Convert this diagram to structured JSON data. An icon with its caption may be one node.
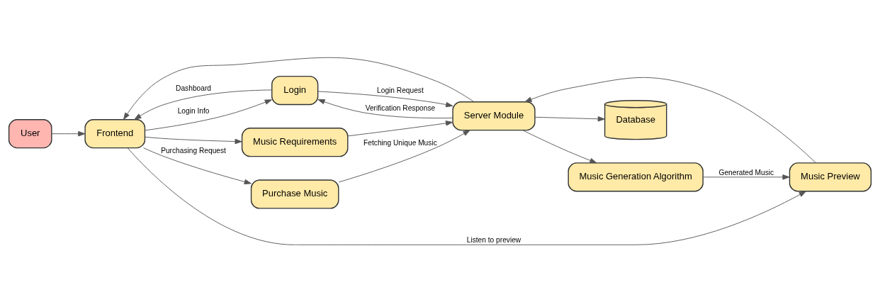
{
  "diagram": {
    "nodes": [
      {
        "text": [
          "User"
        ]
      },
      {
        "text": [
          "Frontend"
        ]
      },
      {
        "text": [
          "Login"
        ]
      },
      {
        "text": [
          "Music Requirements"
        ]
      },
      {
        "text": [
          "Purchase Music"
        ]
      },
      {
        "text": [
          "Server Module"
        ]
      },
      {
        "text": [
          "Database"
        ]
      },
      {
        "text": [
          "Music Generation Algorithm"
        ]
      },
      {
        "text": [
          "Music Preview"
        ]
      }
    ],
    "edges": [
      {
        "from": 0,
        "to": 1,
        "arrow": "to"
      },
      {
        "from": 1,
        "to": 2,
        "arrow": "to",
        "label": "Login Info"
      },
      {
        "from": 2,
        "to": 5,
        "arrow": "to",
        "label": "Login Request"
      },
      {
        "from": 5,
        "to": 2,
        "arrow": "to",
        "label": "Verification Response"
      },
      {
        "from": 2,
        "to": 1,
        "arrow": "to",
        "label": "Dashboard"
      },
      {
        "from": 1,
        "to": 3,
        "arrow": "to"
      },
      {
        "from": 3,
        "to": 5,
        "arrow": "to"
      },
      {
        "from": 1,
        "to": 4,
        "arrow": "to",
        "label": "Purchasing Request"
      },
      {
        "from": 4,
        "to": 5,
        "arrow": "to",
        "label": "Fetching Unique Music"
      },
      {
        "from": 5,
        "to": 1,
        "arrow": "to"
      },
      {
        "from": 5,
        "to": 6,
        "arrow": "to"
      },
      {
        "from": 5,
        "to": 7,
        "arrow": "to"
      },
      {
        "from": 7,
        "to": 8,
        "arrow": "to",
        "label": "Generated Music"
      },
      {
        "from": 8,
        "to": 5,
        "arrow": "to"
      },
      {
        "from": 1,
        "to": 8,
        "arrow": "to",
        "label": "Listen to preview"
      }
    ]
  }
}
